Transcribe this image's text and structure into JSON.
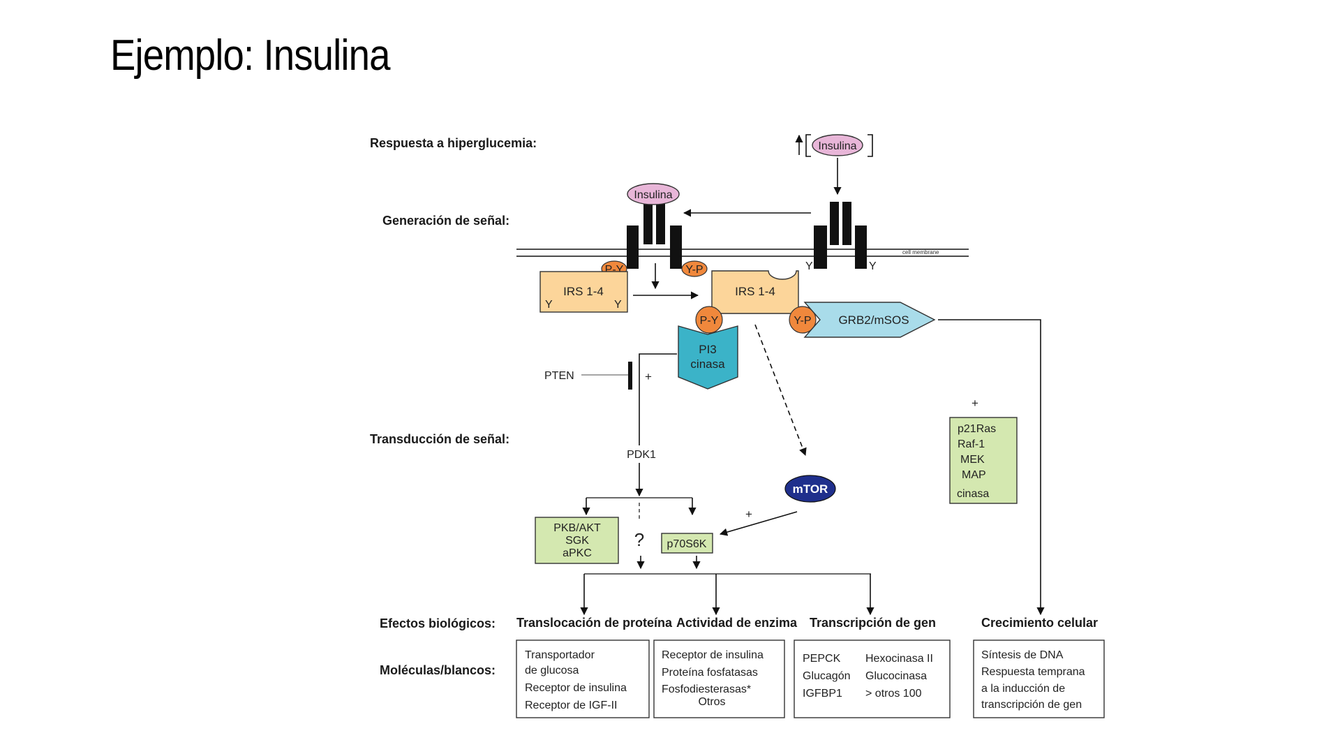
{
  "slide": {
    "title": "Ejemplo: Insulina"
  },
  "diagram": {
    "stages": {
      "response": "Respuesta a hiperglucemia:",
      "generation": "Generación de señal:",
      "transduction": "Transducción de señal:",
      "effects": "Efectos biológicos:",
      "molecules": "Moléculas/blancos:"
    },
    "insulin_top": "Insulina",
    "insulin_receptor": "Insulina",
    "membrane_label": "cell membrane",
    "tyrosine": "Y",
    "phospho_left": "P-Y",
    "phospho_right": "Y-P",
    "irs_left": "IRS 1-4",
    "irs_right": "IRS 1-4",
    "grb2": "GRB2/mSOS",
    "pi3_line1": "PI3",
    "pi3_line2": "cinasa",
    "pten": "PTEN",
    "plus": "+",
    "pdk1": "PDK1",
    "mtor": "mTOR",
    "question": "?",
    "pkb_box": [
      "PKB/AKT",
      "SGK",
      "aPKC"
    ],
    "p70": "p70S6K",
    "ras_box": [
      "p21Ras",
      "Raf-1",
      "MEK",
      "MAP",
      "cinasa"
    ],
    "effects": {
      "translocation": "Translocación de proteína",
      "enzyme": "Actividad de enzima",
      "transcription": "Transcripción de gen",
      "growth": "Crecimiento celular"
    },
    "targets": {
      "translocation": [
        "Transportador",
        "de glucosa",
        "Receptor de insulina",
        "Receptor de IGF-II"
      ],
      "enzyme": [
        "Receptor de insulina",
        "Proteína fosfatasas",
        "Fosfodiesterasas*",
        "Otros"
      ],
      "transcription_left": [
        "PEPCK",
        "Glucagón",
        "IGFBP1"
      ],
      "transcription_right": [
        "Hexocinasa II",
        "Glucocinasa",
        "> otros 100"
      ],
      "growth": [
        "Síntesis de DNA",
        "Respuesta temprana",
        "a la inducción de",
        "transcripción de gen"
      ]
    },
    "colors": {
      "irs_fill": "#fcd59a",
      "phospho_fill": "#f0883c",
      "pi3_fill": "#3bb3c8",
      "grb2_fill": "#a9dcea",
      "insulin_fill": "#e8b6d8",
      "mtor_fill": "#1f2f8c",
      "green_box": "#d4e8b0"
    }
  }
}
